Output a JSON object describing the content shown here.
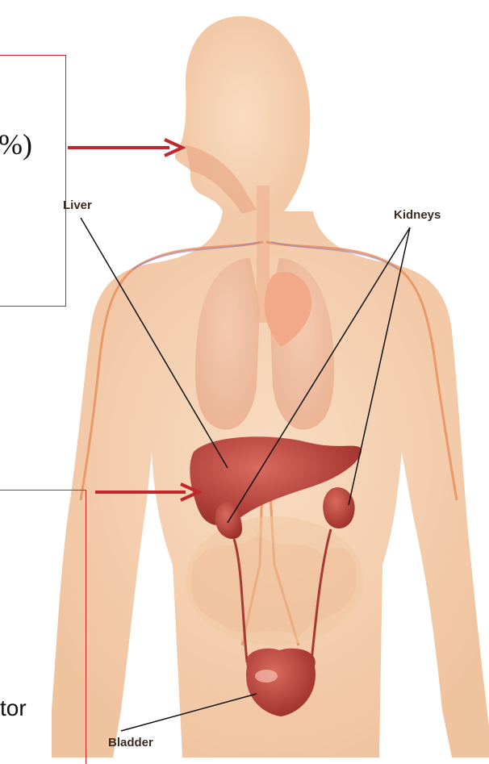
{
  "callouts": {
    "top_fragment": "%)",
    "bottom_fragment": "tor"
  },
  "labels": {
    "liver": "Liver",
    "kidneys": "Kidneys",
    "bladder": "Bladder"
  },
  "colors": {
    "arrow": "#c1272d",
    "box_border": "#c1272d",
    "skin": "#f6d2b4",
    "organ": "#b5433a",
    "leader": "#111111"
  }
}
